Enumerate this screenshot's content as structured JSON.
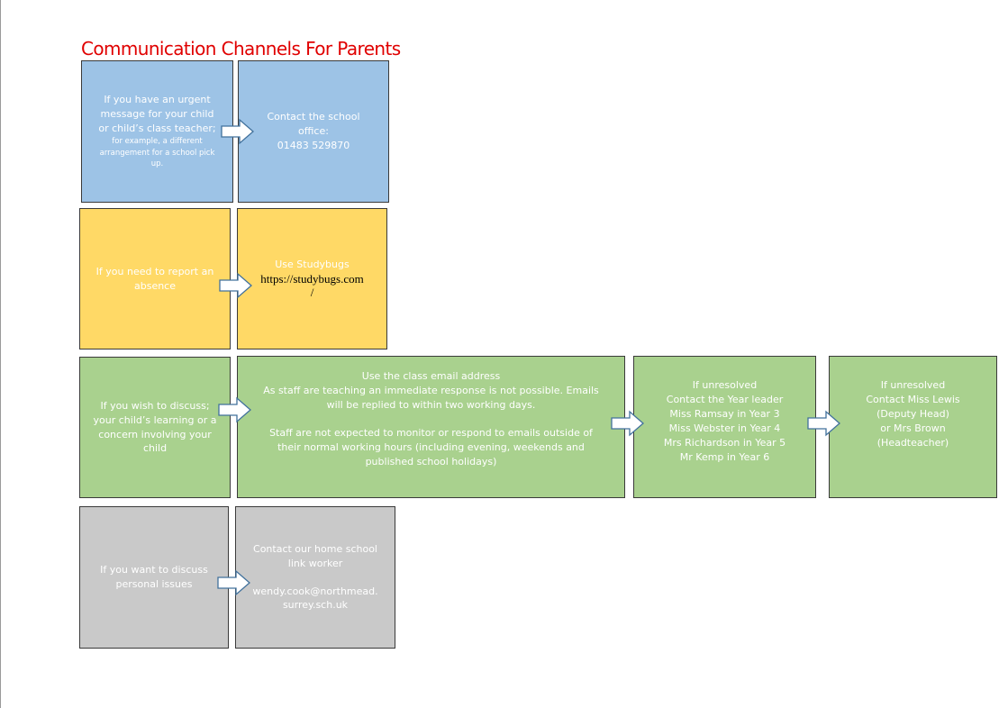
{
  "title": "Communication Channels For Parents",
  "colors": {
    "title": "#e00000",
    "blue": "#9dc3e6",
    "yellow": "#ffd966",
    "green": "#a9d18e",
    "grey": "#c9c9c9"
  },
  "rows": {
    "urgent": {
      "question": [
        "If you have an urgent",
        "message for your child",
        "or child’s class teacher;"
      ],
      "question_small": [
        "for example, a different",
        "arrangement for a school pick",
        "up."
      ],
      "answer": [
        "Contact the school",
        "office:",
        "01483 529870"
      ]
    },
    "absence": {
      "question": [
        "If you need to report an",
        "absence"
      ],
      "answer_label": "Use Studybugs",
      "answer_link": [
        "https://studybugs.com",
        "/"
      ]
    },
    "learning": {
      "question": [
        "If you wish to discuss;",
        "your child’s learning or a",
        "concern involving your",
        "child"
      ],
      "email": [
        "Use the class email address",
        "As staff are teaching an immediate response is not possible.  Emails",
        "will be replied to within two working days.",
        "",
        "Staff are not expected to monitor or respond to emails outside of",
        "their normal working hours (including evening, weekends and",
        "published school holidays)"
      ],
      "year_leader": [
        "If unresolved",
        "Contact the Year leader",
        "Miss Ramsay in Year 3",
        "Miss Webster in Year 4",
        "Mrs Richardson in Year 5",
        "Mr Kemp in Year 6"
      ],
      "heads": [
        "If unresolved",
        "Contact Miss Lewis",
        "(Deputy Head)",
        "or Mrs Brown",
        "(Headteacher)"
      ]
    },
    "personal": {
      "question": [
        "If you want to discuss",
        "personal issues"
      ],
      "answer": [
        "Contact our home school",
        "link worker",
        "",
        "wendy.cook@northmead.",
        "surrey.sch.uk"
      ]
    }
  },
  "icons": {
    "arrow": "block-arrow-right-icon"
  }
}
